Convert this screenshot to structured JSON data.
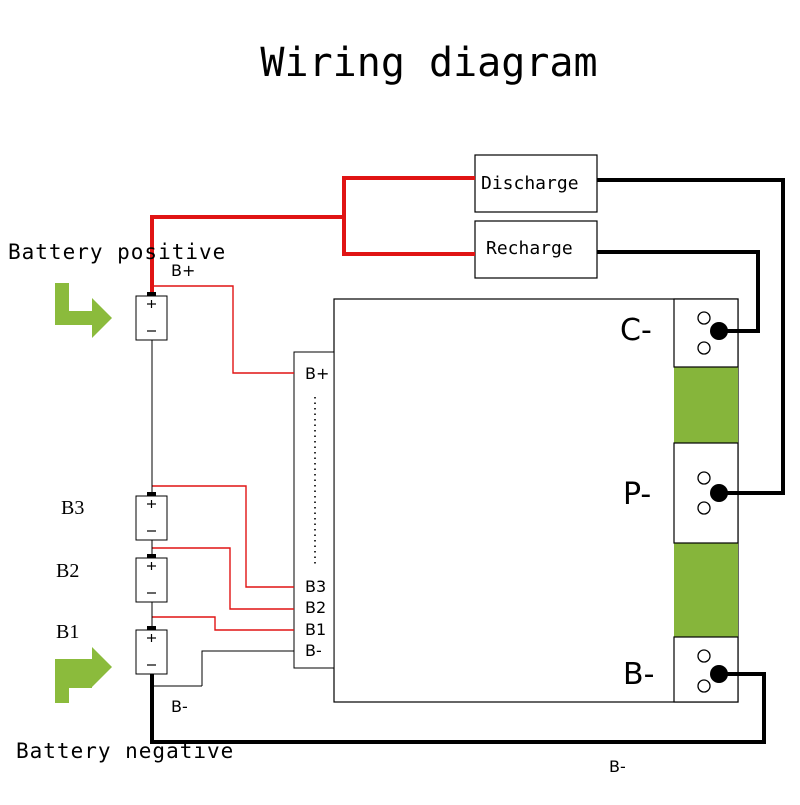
{
  "title": "Wiring diagram",
  "labels": {
    "battery_positive": "Battery positive",
    "battery_negative": "Battery negative",
    "bplus_top": "B+",
    "bminus_wire": "B-",
    "bminus_bottom": "B-"
  },
  "boxes": {
    "discharge": "Discharge",
    "recharge": "Recharge"
  },
  "cells": [
    "B3",
    "B2",
    "B1"
  ],
  "bms_pins": [
    "B+",
    "B3",
    "B2",
    "B1",
    "B-"
  ],
  "terminals": [
    "C-",
    "P-",
    "B-"
  ],
  "colors": {
    "red_wire": "#e01414",
    "black_wire": "#000000",
    "green_block": "#86b53b",
    "arrow_green": "#8bbb3c"
  }
}
